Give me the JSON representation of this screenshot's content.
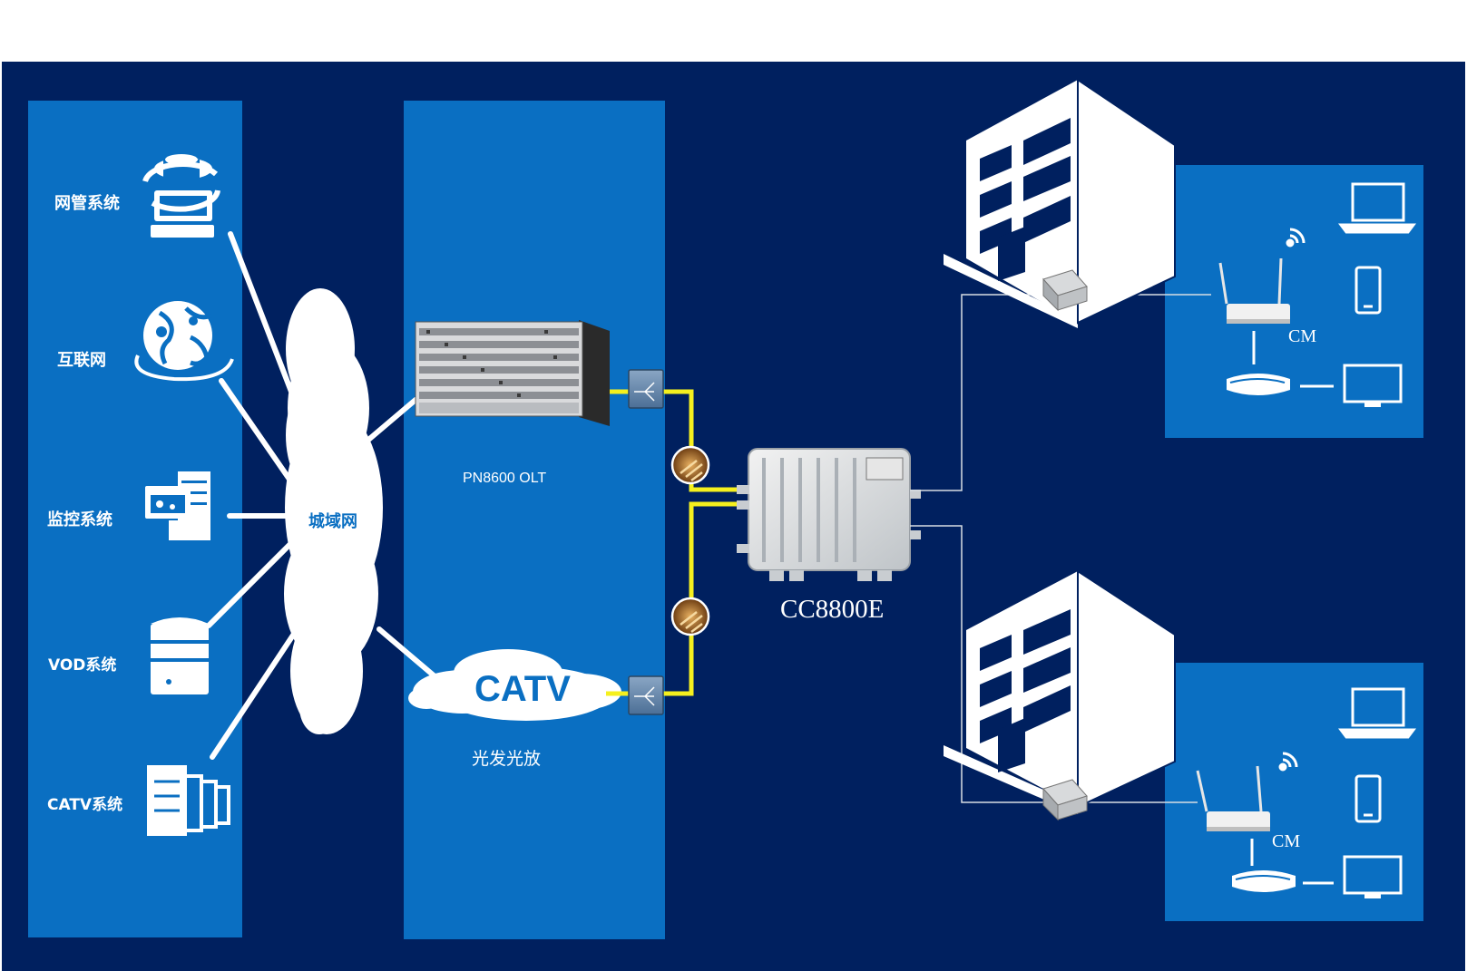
{
  "diagram": {
    "left_panel": {
      "items": [
        {
          "label": "网管系统",
          "icon": "management-workstation-icon"
        },
        {
          "label": "互联网",
          "icon": "globe-internet-icon"
        },
        {
          "label": "监控系统",
          "icon": "monitoring-server-icon"
        },
        {
          "label": "VOD系统",
          "icon": "vod-server-icon"
        },
        {
          "label": "CATV系统",
          "icon": "catv-rack-icon"
        }
      ]
    },
    "metro_cloud_label": "城域网",
    "center_panel": {
      "olt_label": "PN8600 OLT",
      "catv_cloud_label": "CATV",
      "optical_label": "光发光放"
    },
    "node_label": "CC8800E",
    "homes": [
      {
        "cm_label": "CM"
      },
      {
        "cm_label": "CM"
      }
    ],
    "colors": {
      "background": "#00205f",
      "panel": "#0a6fc2",
      "fiber": "#f5f01e",
      "white": "#ffffff"
    }
  }
}
